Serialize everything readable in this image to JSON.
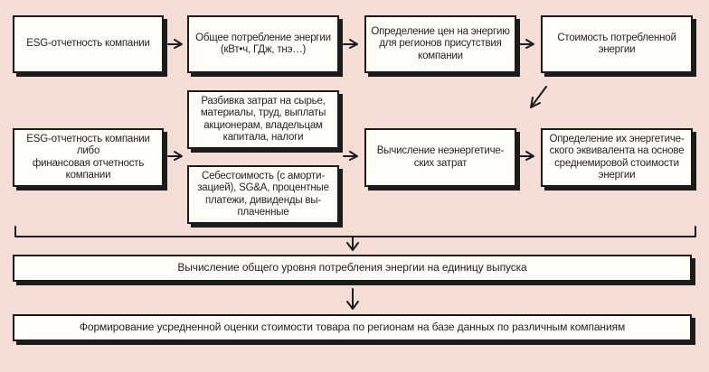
{
  "diagram": {
    "colors": {
      "background": "#f4ddd5",
      "box_fill": "#fffdf8",
      "line": "#1c1c1c"
    },
    "nodes": {
      "esg_report": "ESG-отчетность компании",
      "total_energy": "Общее потребление энергии\n(кВт•ч, ГДж, тнэ…)",
      "energy_prices": "Определение цен на энергию\nдля регионов присутствия\nкомпании",
      "consumed_energy_cost": "Стоимость потребленной\nэнергии",
      "esg_or_financial": "ESG-отчетность компании\nлибо\nфинансовая отчетность\nкомпании",
      "cost_breakdown": "Разбивка затрат на сырье,\nматериалы, труд, выплаты\nакционерам, владельцам\nкапитала, налоги",
      "cost_structure": "Себестоимость (с аморти-\nзацией), SG&A, процентные\nплатежи, дивиденды вы-\nплаченные",
      "non_energy": "Вычисление неэнергетиче-\nских затрат",
      "energy_equivalent": "Определение их энергетиче-\nского эквивалента на основе\nсреднемировой стоимости\nэнергии",
      "energy_per_unit": "Вычисление общего уровня потребления энергии на единицу выпуска",
      "averaged_estimate": "Формирование усредненной оценки стоимости товара по регионам на базе данных по различным компаниям"
    }
  }
}
